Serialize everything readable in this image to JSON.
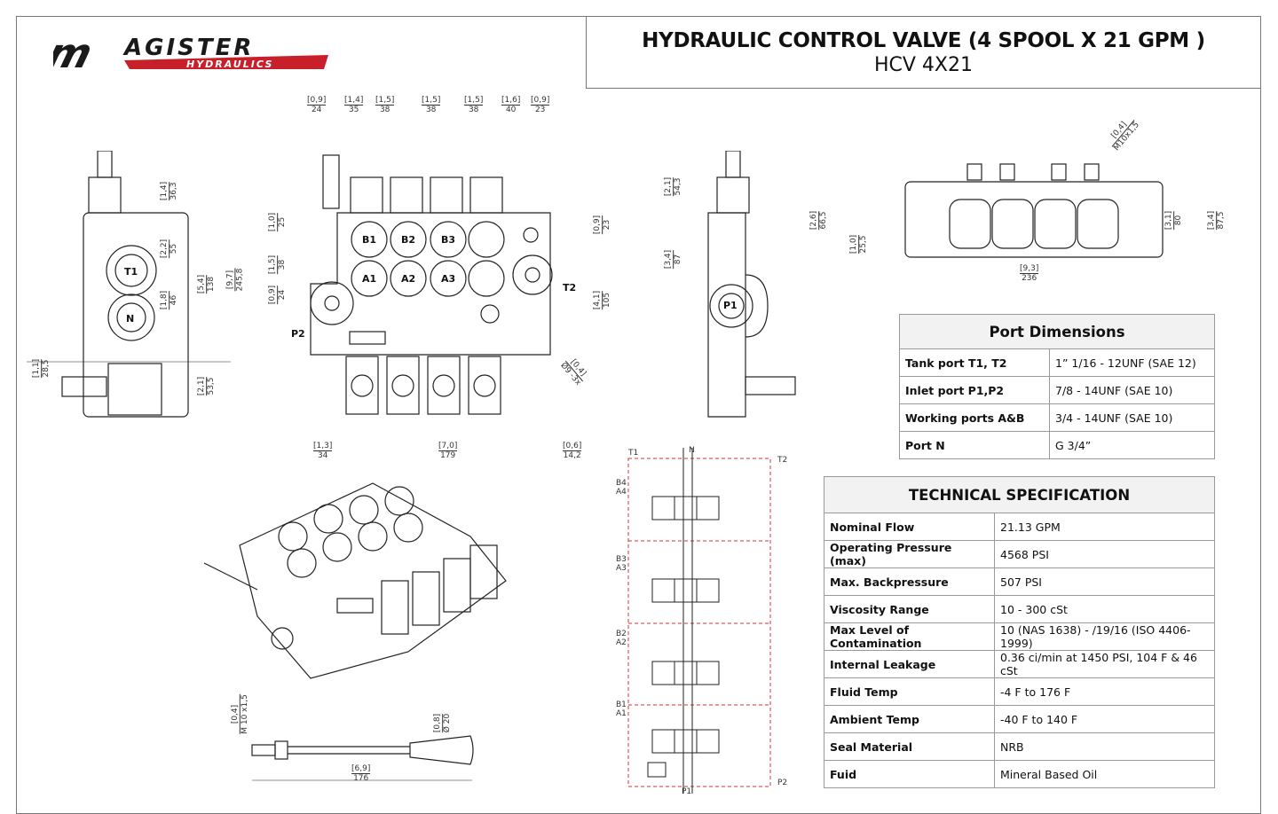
{
  "logo": {
    "brand": "MAGISTER",
    "sub": "HYDRAULICS"
  },
  "header": {
    "title": "HYDRAULIC CONTROL VALVE (4 SPOOL X 21 GPM )",
    "model": "HCV 4X21"
  },
  "port_dimensions": {
    "title": "Port Dimensions",
    "rows": [
      {
        "k": "Tank port T1, T2",
        "v": "1” 1/16 - 12UNF (SAE 12)"
      },
      {
        "k": "Inlet port P1,P2",
        "v": "7/8 - 14UNF (SAE 10)"
      },
      {
        "k": "Working ports A&B",
        "v": "3/4 - 14UNF (SAE 10)"
      },
      {
        "k": "Port N",
        "v": "G 3/4”"
      }
    ]
  },
  "technical_specification": {
    "title": "TECHNICAL SPECIFICATION",
    "rows": [
      {
        "k": "Nominal Flow",
        "v": "21.13 GPM"
      },
      {
        "k": "Operating Pressure (max)",
        "v": "4568 PSI"
      },
      {
        "k": "Max. Backpressure",
        "v": "507  PSI"
      },
      {
        "k": "Viscosity Range",
        "v": "10 - 300 cSt"
      },
      {
        "k": "Max Level of Contamination",
        "v": "10 (NAS 1638) - /19/16 (ISO 4406-1999)"
      },
      {
        "k": "Internal Leakage",
        "v": "0.36 ci/min at 1450 PSI, 104 F & 46 cSt"
      },
      {
        "k": "Fluid Temp",
        "v": "-4 F to 176 F"
      },
      {
        "k": "Ambient Temp",
        "v": "-40 F to 140 F"
      },
      {
        "k": "Seal Material",
        "v": "NRB"
      },
      {
        "k": "Fuid",
        "v": "Mineral Based Oil"
      }
    ]
  },
  "dims_top": [
    [
      "[0,9]",
      "24"
    ],
    [
      "[1,4]",
      "35"
    ],
    [
      "[1,5]",
      "38"
    ],
    [
      "[1,5]",
      "38"
    ],
    [
      "[1,5]",
      "38"
    ],
    [
      "[1,6]",
      "40"
    ],
    [
      "[0,9]",
      "23"
    ]
  ],
  "dims_bottom": [
    [
      "[1,3]",
      "34"
    ],
    [
      "[7,0]",
      "179"
    ],
    [
      "[0,6]",
      "14,2"
    ]
  ],
  "dims_side_left": [
    [
      "[1,4]",
      "36,3"
    ],
    [
      "[2,2]",
      "55"
    ],
    [
      "[5,4]",
      "138"
    ],
    [
      "[9,7]",
      "245,8"
    ],
    [
      "[1,8]",
      "46"
    ],
    [
      "[2,1]",
      "53,5"
    ],
    [
      "[1,1]",
      "28,5"
    ]
  ],
  "dims_front_left": [
    [
      "[1,0]",
      "25"
    ],
    [
      "[1,5]",
      "38"
    ],
    [
      "[0,9]",
      "24"
    ]
  ],
  "dims_front_right": [
    [
      "[0,9]",
      "23"
    ],
    [
      "[4,1]",
      "105"
    ],
    [
      "[0,4]",
      "Ø9 -3x"
    ]
  ],
  "dims_side_right": [
    [
      "[2,1]",
      "54,3"
    ],
    [
      "[3,4]",
      "87"
    ]
  ],
  "dims_topview": [
    [
      "[0,4]",
      "M10x1,5"
    ],
    [
      "[2,6]",
      "66,5"
    ],
    [
      "[1,0]",
      "25,5"
    ],
    [
      "[9,3]",
      "236"
    ],
    [
      "[3,1]",
      "80"
    ],
    [
      "[3,4]",
      "87,5"
    ]
  ],
  "dims_rod": [
    [
      "[0,4]",
      "M 10 x1,5"
    ],
    [
      "[0,8]",
      "Ø 20"
    ],
    [
      "[6,9]",
      "176"
    ]
  ],
  "ports": {
    "b1": "B1",
    "b2": "B2",
    "b3": "B3",
    "a1": "A1",
    "a2": "A2",
    "a3": "A3",
    "t1": "T1",
    "t2": "T2",
    "p1": "P1",
    "p2": "P2",
    "n": "N"
  },
  "schematic": {
    "t1": "T1",
    "t2": "T2",
    "p1": "P1",
    "p2": "P2",
    "n": "N",
    "sections": [
      "B4 A4",
      "B3 A3",
      "B2 A2",
      "B1 A1"
    ]
  }
}
